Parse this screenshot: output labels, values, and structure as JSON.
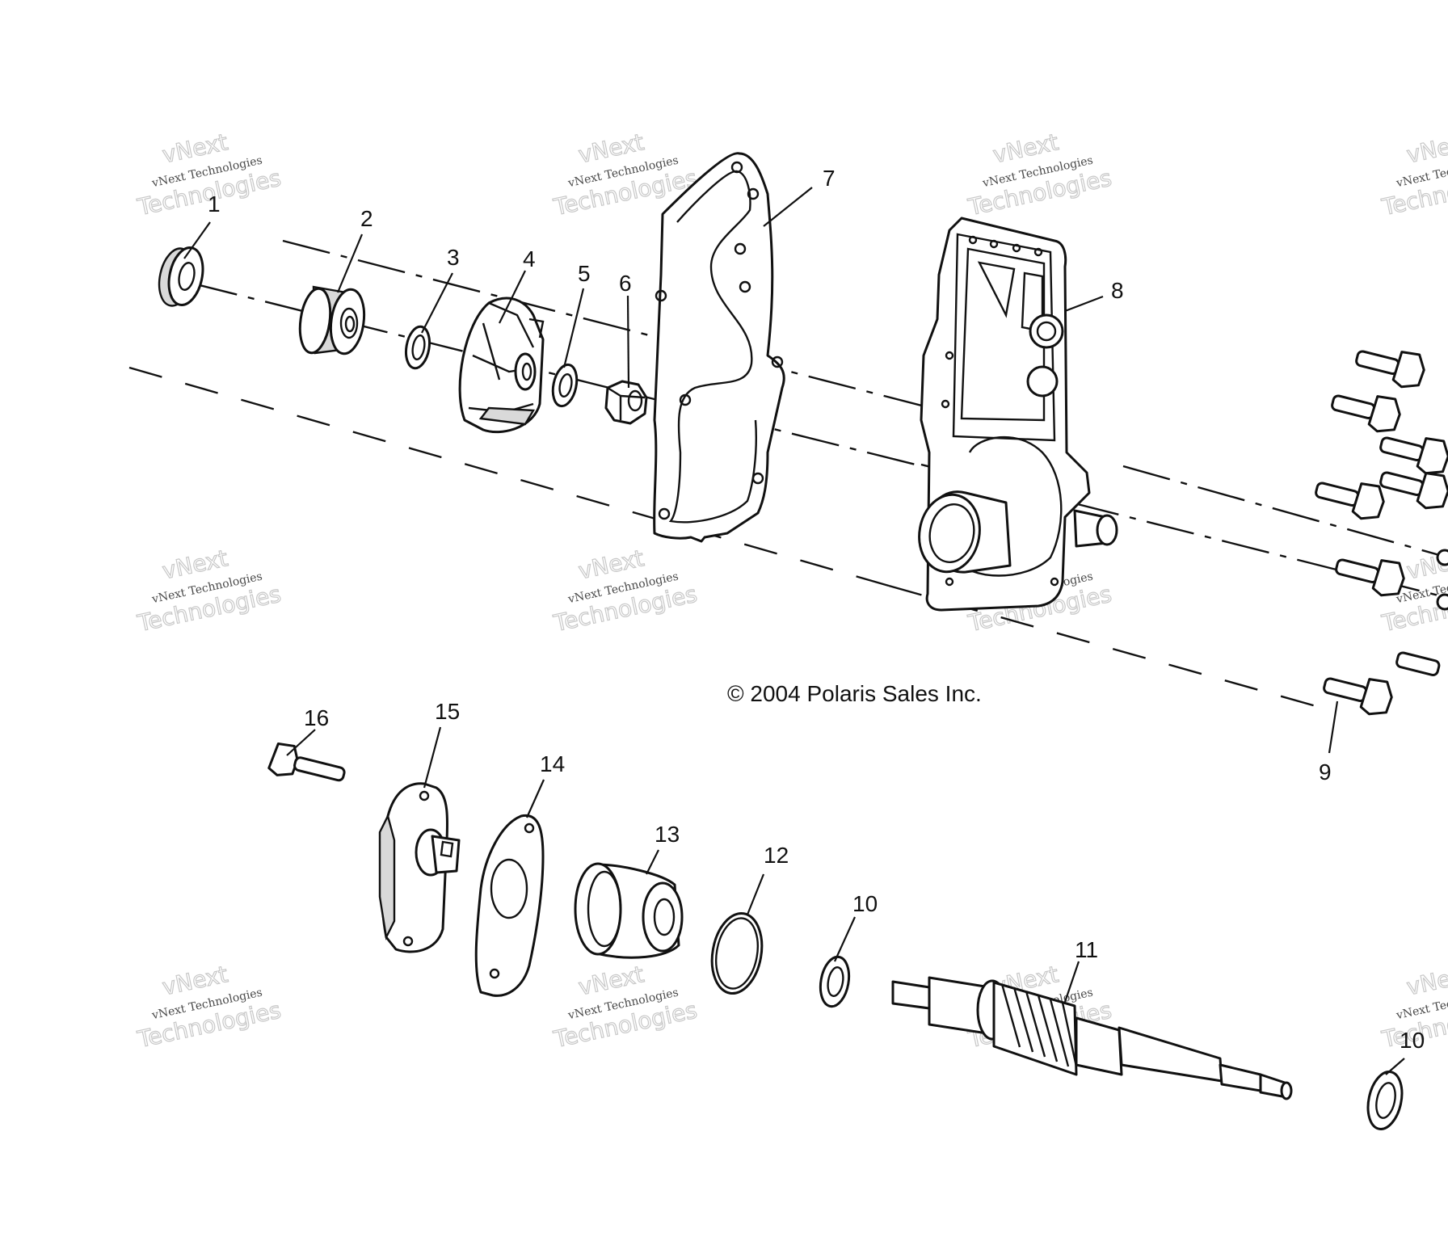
{
  "copyright": "© 2004 Polaris Sales Inc.",
  "watermark": {
    "brand": "vNext",
    "company": "vNext Technologies",
    "large": "Technologies"
  },
  "callouts": [
    "1",
    "2",
    "3",
    "4",
    "5",
    "6",
    "7",
    "8",
    "9",
    "10",
    "11",
    "12",
    "13",
    "14",
    "15",
    "16",
    "10"
  ]
}
